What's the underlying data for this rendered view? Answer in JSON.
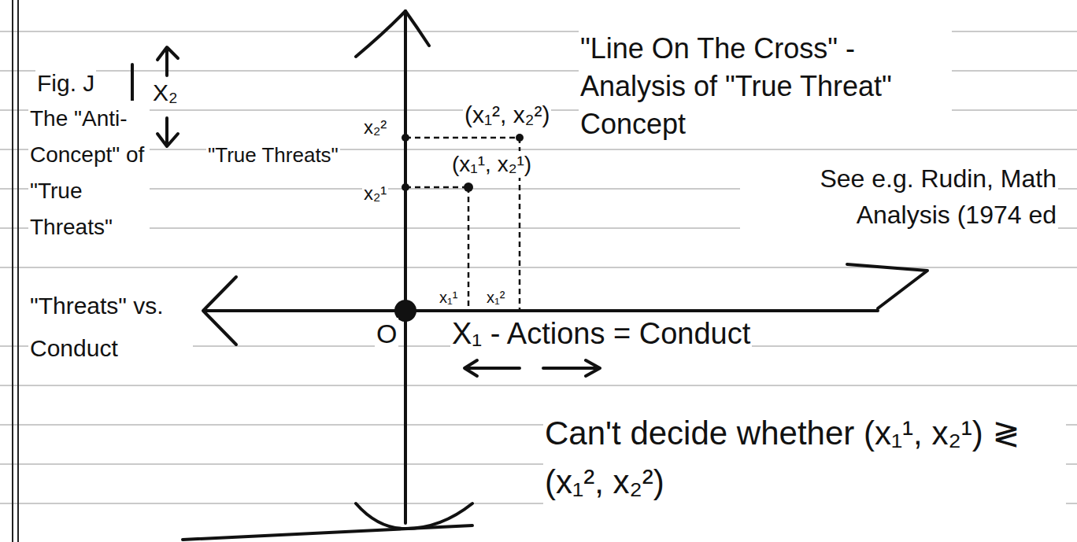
{
  "diagram": {
    "labels": [
      "Fig. J",
      "The \"Anti-Concept\" of \"True Threats\"",
      "X₂",
      "\"Threats\" vs. Conduct",
      "x₂²",
      "x₂¹",
      "\"True Threats\"",
      "(x₁², x₂²)",
      "(x₁¹, x₂¹)",
      "O",
      "x₁¹",
      "x₁²",
      "X₁ - Actions = Conduct",
      "\"Line On The Cross\" - Analysis of \"True Threat\" Concept",
      "See e.g. Rudin, Math Analysis (1974 ed",
      "Can't decide whether (x₁¹, x₂¹) ≷ (x₁², x₂²)"
    ]
  }
}
